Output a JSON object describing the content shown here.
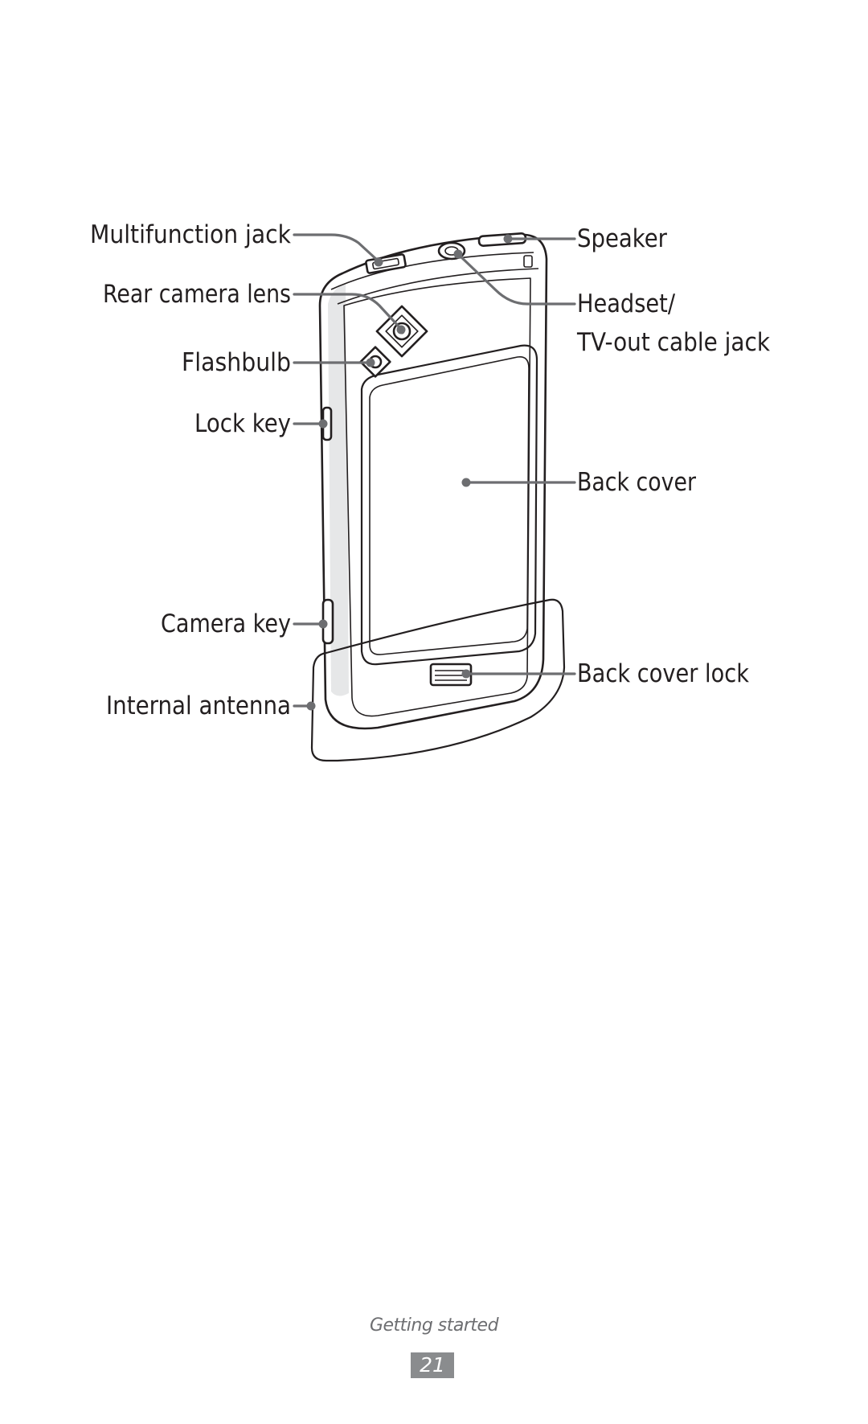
{
  "callouts": {
    "multifunction_jack": "Multifunction jack",
    "rear_camera_lens": "Rear camera lens",
    "flashbulb": "Flashbulb",
    "lock_key": "Lock key",
    "camera_key": "Camera key",
    "internal_antenna": "Internal antenna",
    "speaker": "Speaker",
    "headset_line1": "Headset/",
    "headset_line2": "TV-out cable jack",
    "back_cover": "Back cover",
    "back_cover_lock": "Back cover lock"
  },
  "footer": {
    "section": "Getting started",
    "page_number": "21"
  }
}
